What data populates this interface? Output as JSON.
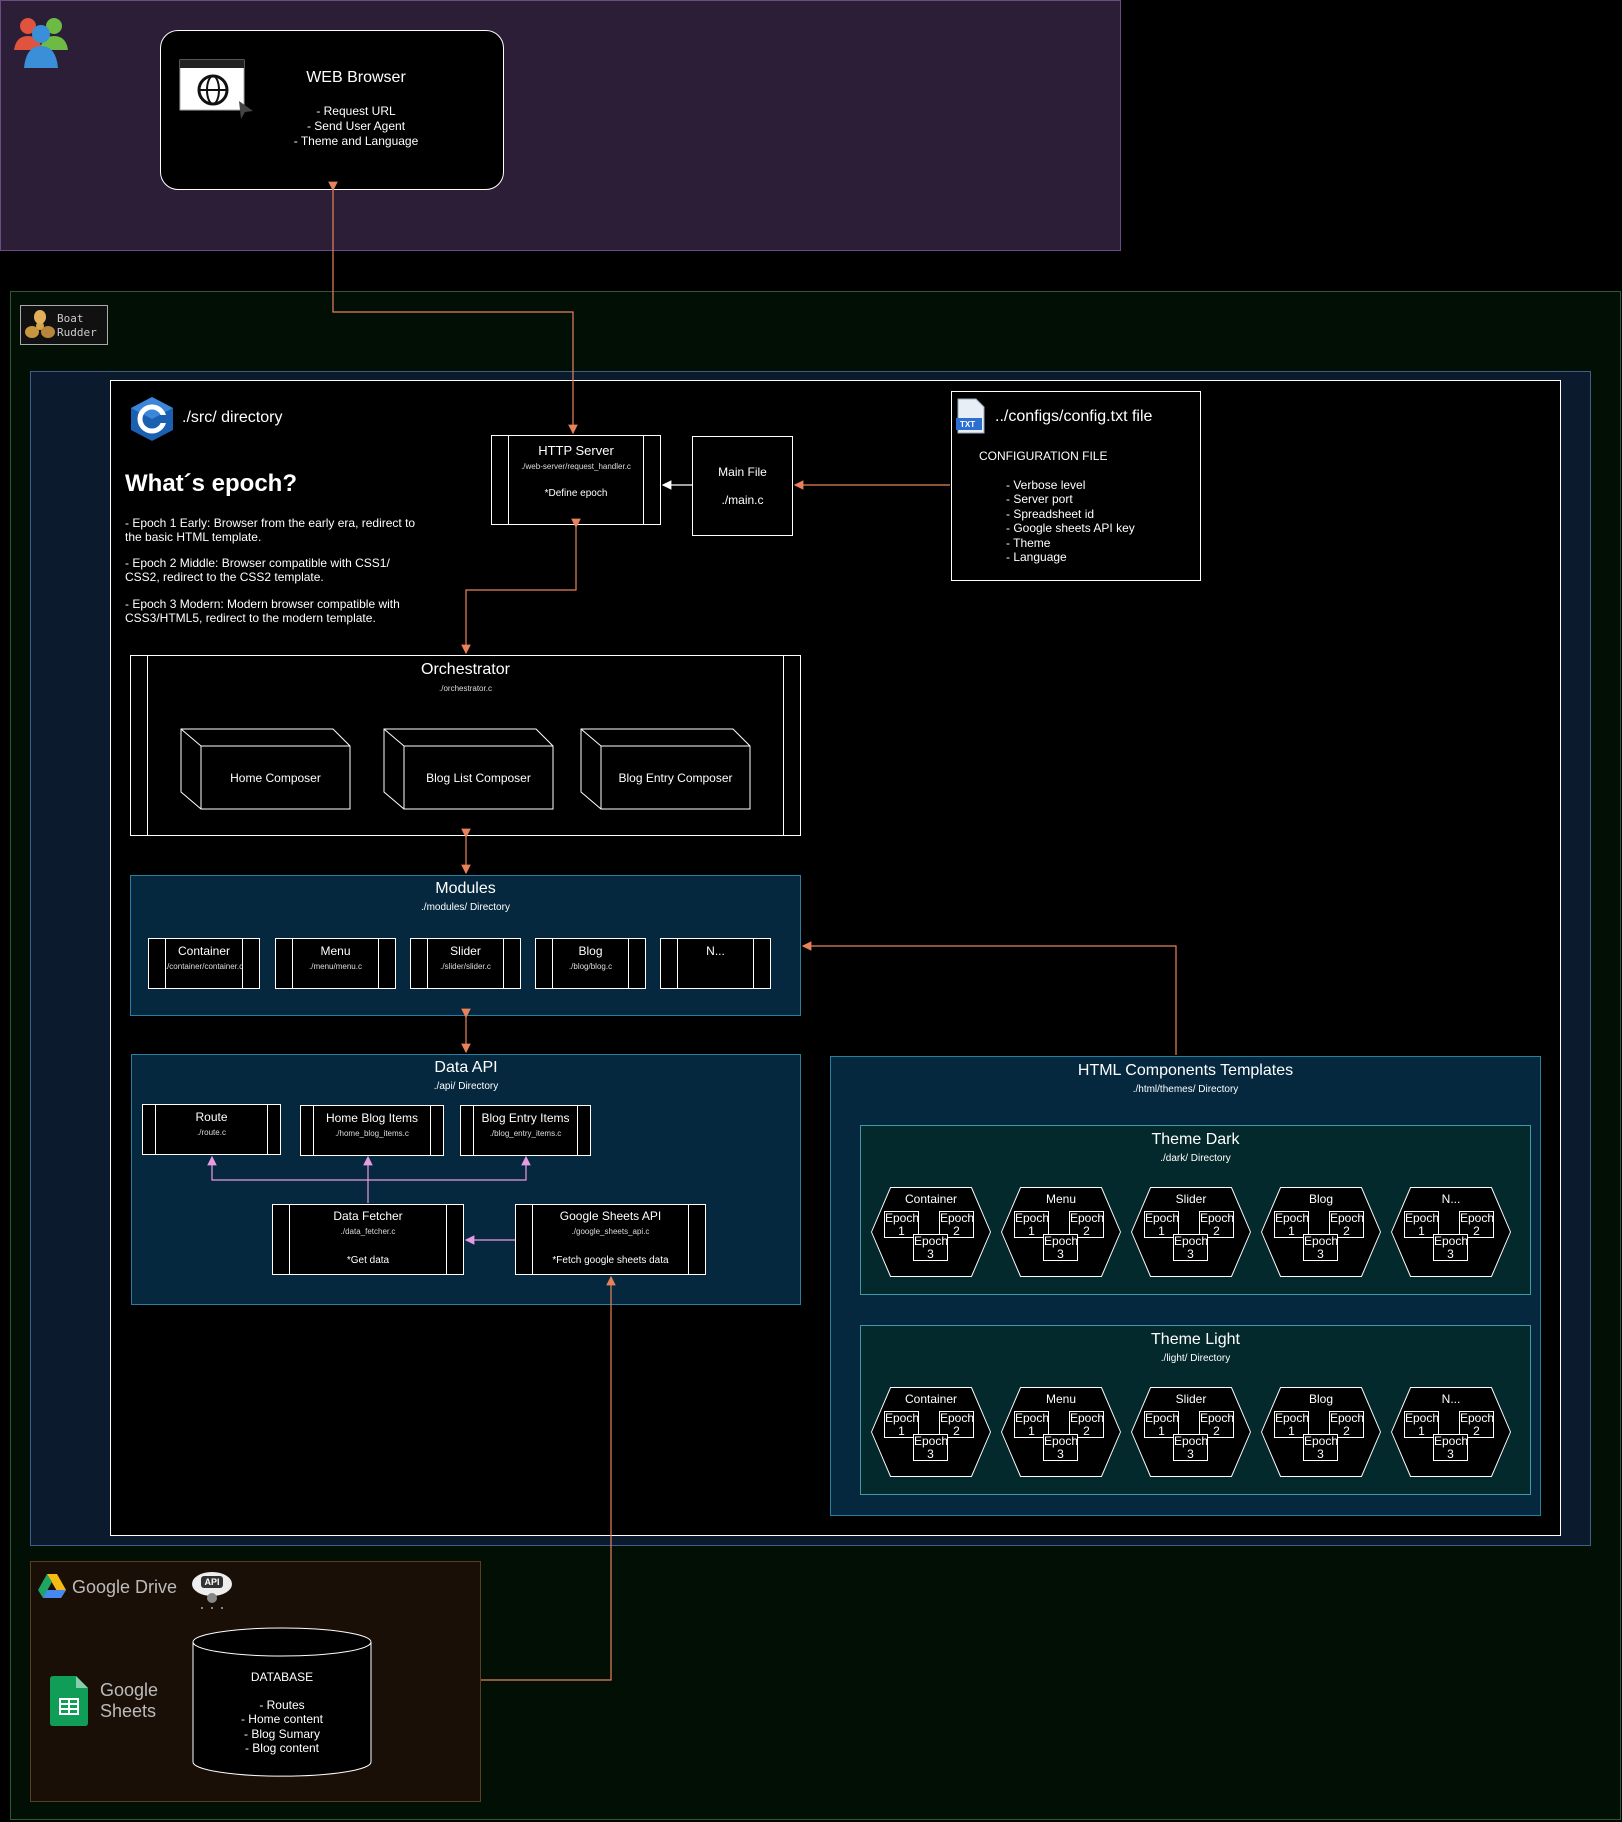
{
  "browser": {
    "title": "WEB Browser",
    "lines": [
      "- Request URL",
      "- Send User Agent",
      "- Theme and Language"
    ]
  },
  "boat": {
    "logo_text": "Boat Rudder"
  },
  "src": {
    "title": "./src/ directory",
    "epoch_heading": "What´s epoch?",
    "epoch_items": [
      "- Epoch 1 Early: Browser from the early era, redirect to the basic HTML template.",
      "- Epoch 2 Middle: Browser compatible with CSS1/ CSS2, redirect to the CSS2 template.",
      "- Epoch 3 Modern: Modern browser compatible with CSS3/HTML5, redirect to the modern template."
    ]
  },
  "http_server": {
    "title": "HTTP Server",
    "file": "./web-server/request_handler.c",
    "note": "*Define epoch"
  },
  "main_file": {
    "title": "Main File",
    "file": "./main.c"
  },
  "config": {
    "title": "../configs/config.txt file",
    "subtitle": "CONFIGURATION FILE",
    "items": [
      "- Verbose level",
      "- Server port",
      "- Spreadsheet id",
      "- Google sheets API key",
      "- Theme",
      "- Language"
    ],
    "icon_text": "TXT"
  },
  "orchestrator": {
    "title": "Orchestrator",
    "file": "./orchestrator.c",
    "composers": [
      "Home Composer",
      "Blog List Composer",
      "Blog Entry Composer"
    ]
  },
  "modules": {
    "title": "Modules",
    "dir": "./modules/ Directory",
    "items": [
      {
        "name": "Container",
        "file": "./container/container.c"
      },
      {
        "name": "Menu",
        "file": "./menu/menu.c"
      },
      {
        "name": "Slider",
        "file": "./slider/slider.c"
      },
      {
        "name": "Blog",
        "file": "./blog/blog.c"
      },
      {
        "name": "N...",
        "file": ""
      }
    ]
  },
  "data_api": {
    "title": "Data API",
    "dir": "./api/ Directory",
    "items": [
      {
        "name": "Route",
        "file": "./route.c"
      },
      {
        "name": "Home Blog Items",
        "file": "./home_blog_items.c"
      },
      {
        "name": "Blog Entry Items",
        "file": "./blog_entry_items.c"
      }
    ],
    "fetcher": {
      "name": "Data Fetcher",
      "file": "./data_fetcher.c",
      "note": "*Get data"
    },
    "sheets_api": {
      "name": "Google Sheets API",
      "file": "./google_sheets_api.c",
      "note": "*Fetch google sheets data"
    }
  },
  "templates": {
    "title": "HTML Components Templates",
    "dir": "./html/themes/ Directory",
    "themes": [
      {
        "title": "Theme Dark",
        "dir": "./dark/ Directory"
      },
      {
        "title": "Theme Light",
        "dir": "./light/ Directory"
      }
    ],
    "components": [
      "Container",
      "Menu",
      "Slider",
      "Blog",
      "N..."
    ],
    "epochs": [
      "Epoch 1",
      "Epoch 2",
      "Epoch 3"
    ]
  },
  "google": {
    "drive_label": "Google Drive",
    "sheets_label_1": "Google",
    "sheets_label_2": "Sheets",
    "api_badge": "API",
    "database": {
      "title": "DATABASE",
      "items": [
        "- Routes",
        "- Home content",
        "- Blog Sumary",
        "- Blog content"
      ]
    }
  },
  "colors": {
    "arrow_orange": "#e8825a",
    "arrow_pink": "#e89be0",
    "teal_border": "#2a7fa0"
  }
}
